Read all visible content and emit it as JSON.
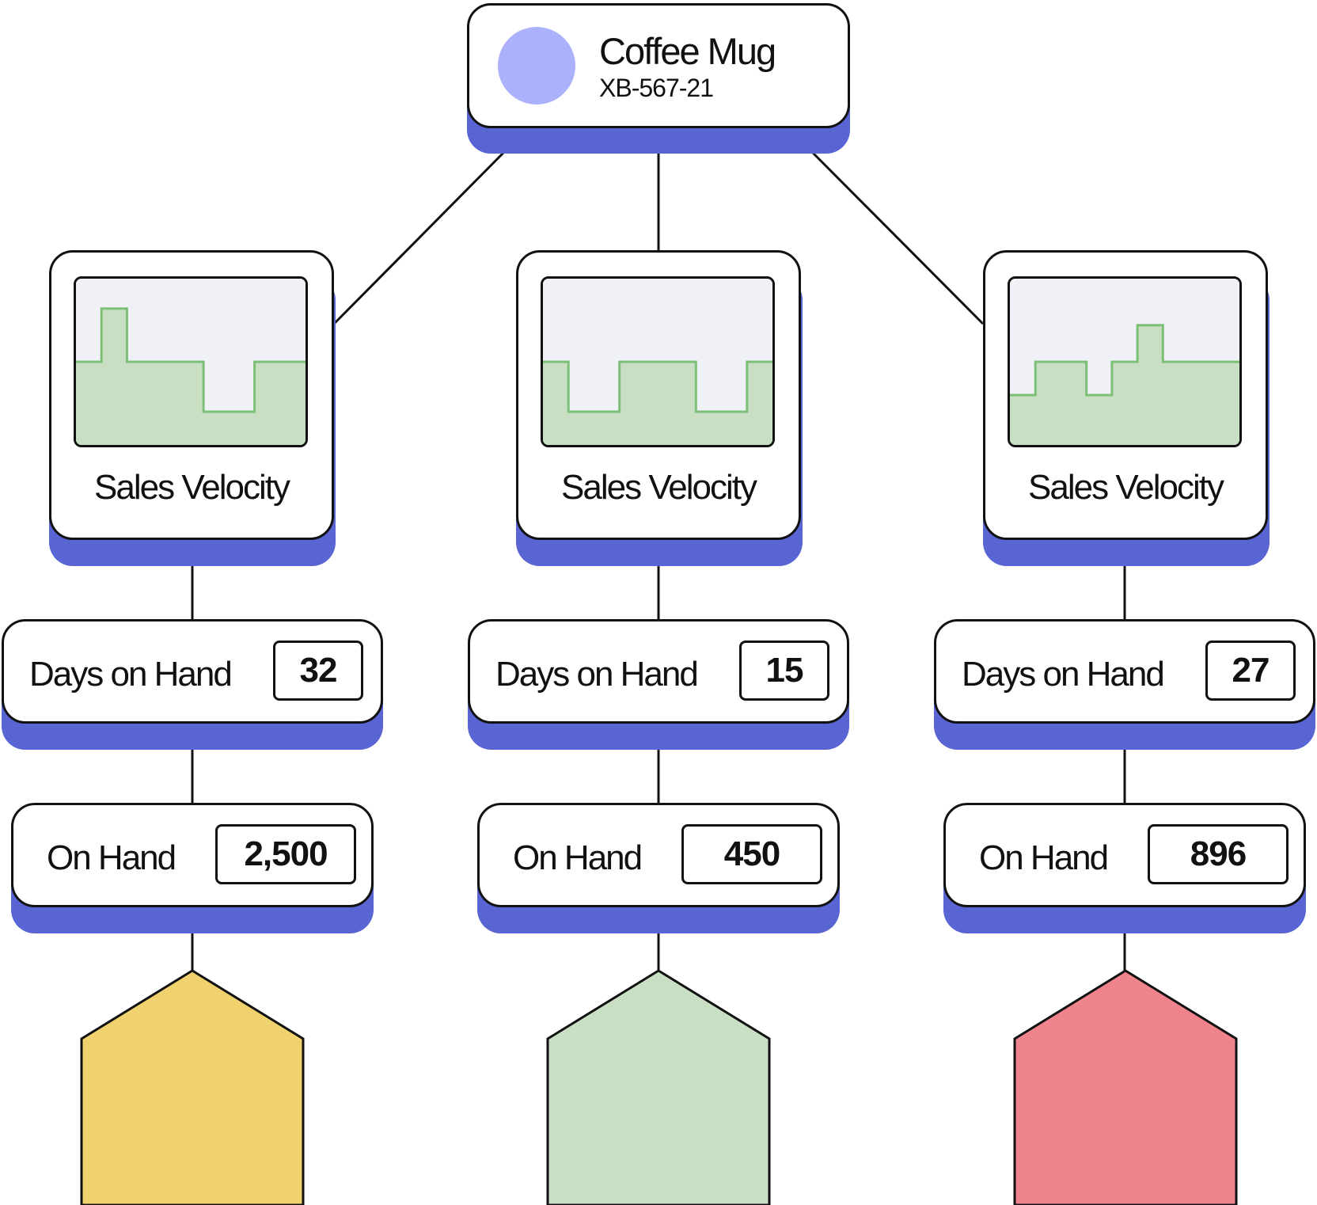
{
  "colors": {
    "accent": "#5865d3",
    "avatar": "#abb1fa",
    "chart_bg": "#f0f1f6",
    "chart_fill": "#c8dfc4",
    "chart_line": "#7cbf76"
  },
  "product": {
    "name": "Coffee Mug",
    "sku": "XB-567-21"
  },
  "branches": [
    {
      "velocity_label": "Sales Velocity",
      "sales_steps": [
        0.5,
        0.82,
        0.5,
        0.5,
        0.5,
        0.2,
        0.2,
        0.5,
        0.5
      ],
      "days_label": "Days on Hand",
      "days_value": "32",
      "onhand_label": "On Hand",
      "onhand_value": "2,500",
      "status_color": "#efd26d"
    },
    {
      "velocity_label": "Sales Velocity",
      "sales_steps": [
        0.5,
        0.2,
        0.2,
        0.5,
        0.5,
        0.5,
        0.2,
        0.2,
        0.5
      ],
      "days_label": "Days on Hand",
      "days_value": "15",
      "onhand_label": "On Hand",
      "onhand_value": "450",
      "status_color": "#c8dfc4"
    },
    {
      "velocity_label": "Sales Velocity",
      "sales_steps": [
        0.3,
        0.5,
        0.5,
        0.3,
        0.5,
        0.72,
        0.5,
        0.5,
        0.5
      ],
      "days_label": "Days on Hand",
      "days_value": "27",
      "onhand_label": "On Hand",
      "onhand_value": "896",
      "status_color": "#ef848d"
    }
  ]
}
